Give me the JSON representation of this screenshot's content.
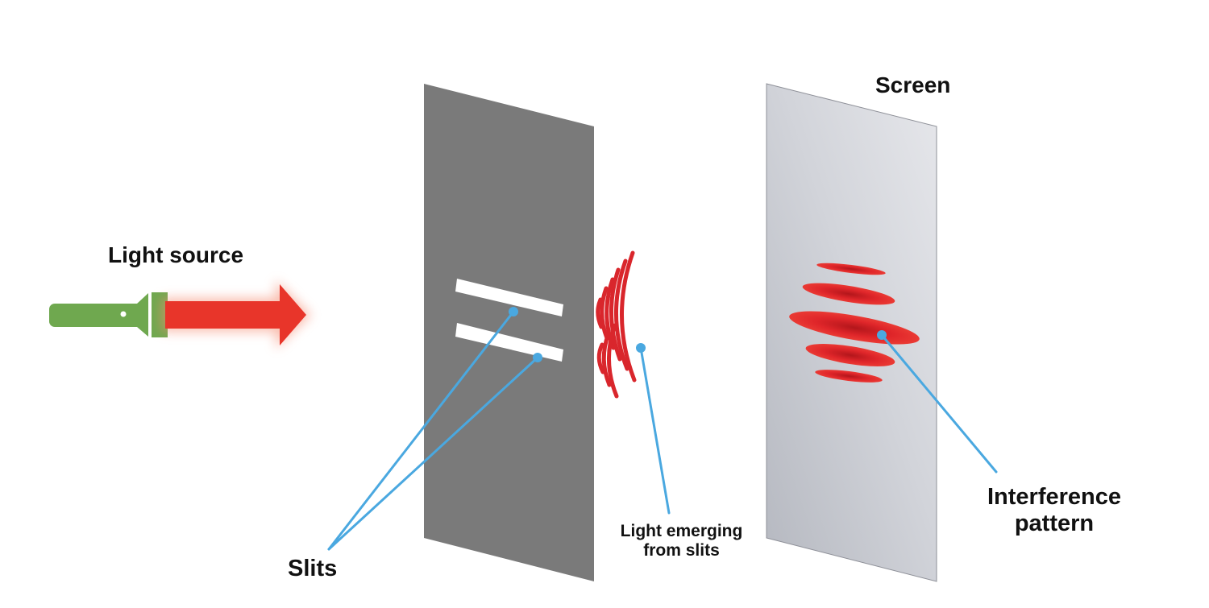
{
  "labels": {
    "light_source": "Light source",
    "screen": "Screen",
    "slits": "Slits",
    "light_emerging": [
      "Light emerging",
      "from slits"
    ],
    "interference": [
      "Interference",
      "pattern"
    ]
  },
  "icons": {
    "source": "flashlight-icon",
    "beam": "light-beam-arrow-icon"
  },
  "colors": {
    "flashlight_body": "#6fa84f",
    "beam": "#e8352a",
    "barrier": "#7a7a7a",
    "screen": "#c9cbd2",
    "slit": "#ffffff",
    "waves": "#d9262c",
    "fringes": "#e0262a",
    "leader_lines": "#4aa8e0"
  }
}
